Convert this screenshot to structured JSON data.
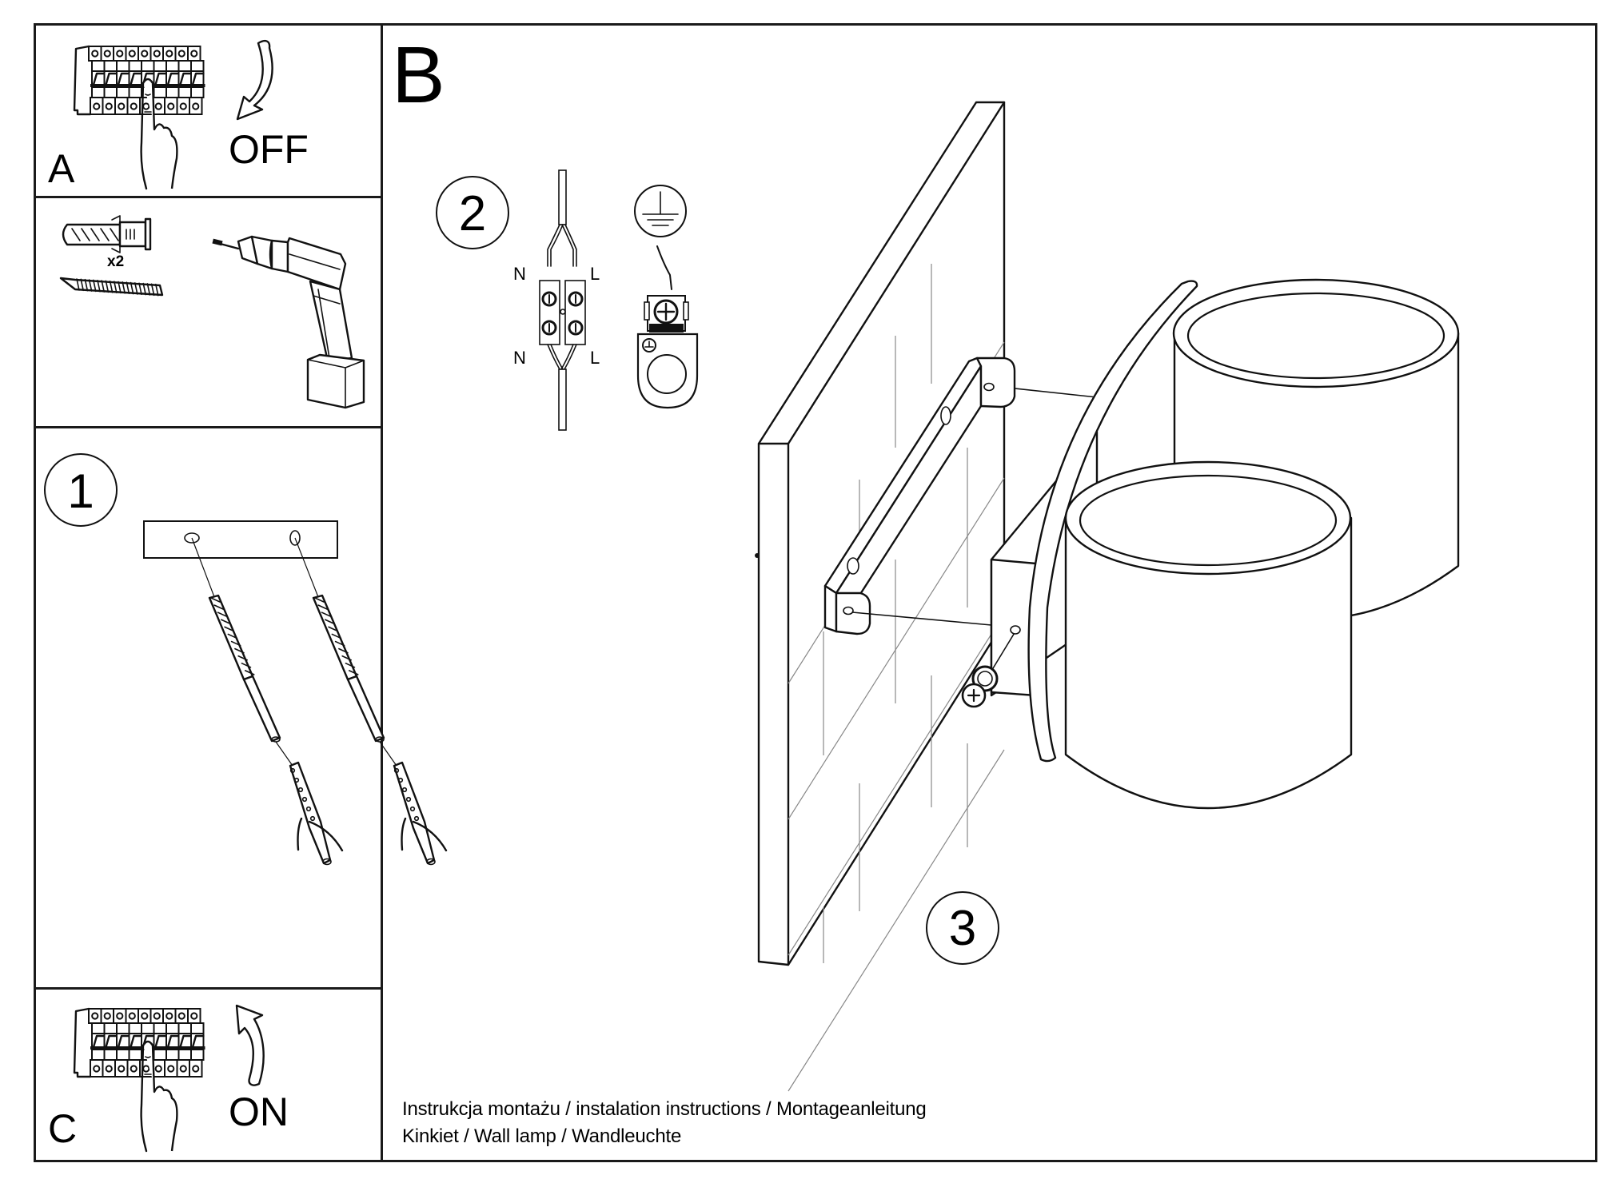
{
  "panels": {
    "a": {
      "letter": "A",
      "action": "OFF"
    },
    "tools": {
      "quantity": "x2"
    },
    "b": {
      "letter": "B"
    },
    "c": {
      "letter": "C",
      "action": "ON"
    }
  },
  "steps": {
    "step1": "1",
    "step2": "2",
    "step3": "3"
  },
  "wiring": {
    "neutral_top": "N",
    "live_top": "L",
    "neutral_bottom": "N",
    "live_bottom": "L",
    "earth_symbol": "earth-ground-icon"
  },
  "footer": {
    "line1": "Instrukcja montażu / instalation instructions / Montageanleitung",
    "line2": "Kinkiet / Wall lamp / Wandleuchte"
  },
  "icons": {
    "breaker_off": "circuit-breaker-icon",
    "breaker_on": "circuit-breaker-icon",
    "drill": "power-drill-icon",
    "wall_plug": "wall-plug-icon",
    "screw": "screw-icon"
  },
  "colors": {
    "ink": "#111111",
    "paper": "#ffffff",
    "grid": "#888888"
  }
}
